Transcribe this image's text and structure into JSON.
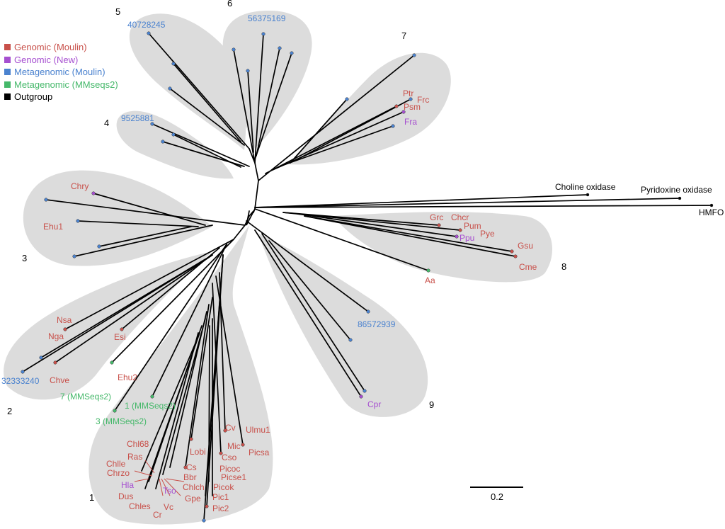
{
  "colors": {
    "genomic_moulin": "#c8504a",
    "genomic_new": "#a64fd0",
    "metagenomic_moulin": "#4a82cf",
    "metagenomic_mmseqs2": "#45b86a",
    "outgroup": "#000000",
    "clade_fill": "#dcdcdc"
  },
  "legend": [
    {
      "label": "Genomic (Moulin)",
      "color_key": "genomic_moulin"
    },
    {
      "label": "Genomic (New)",
      "color_key": "genomic_new"
    },
    {
      "label": "Metagenomic (Moulin)",
      "color_key": "metagenomic_moulin"
    },
    {
      "label": "Metagenomic (MMseqs2)",
      "color_key": "metagenomic_mmseqs2"
    },
    {
      "label": "Outgroup",
      "color_key": "outgroup"
    }
  ],
  "clade_numbers": [
    "1",
    "2",
    "3",
    "4",
    "5",
    "6",
    "7",
    "8",
    "9"
  ],
  "outgroups": [
    "Choline oxidase",
    "Pyridoxine oxidase",
    "HMFO"
  ],
  "scale_bar": "0.2",
  "taxa": {
    "c1_genomic": [
      "Cv",
      "Ulmu1",
      "Mic",
      "Picsa",
      "Cso",
      "Lobi",
      "Chl68",
      "Picoc",
      "Picse1",
      "Cs",
      "Ras",
      "Chlle",
      "Bbr",
      "Picok",
      "Chrzo",
      "Chlch",
      "Gpe",
      "Pic1",
      "Dus",
      "Pic2",
      "Chles",
      "Vc",
      "Cr"
    ],
    "c1_new": [
      "Hla",
      "Tso"
    ],
    "c1_mmseqs": [
      "1 (MMSeqs2)",
      "3 (MMSeqs2)"
    ],
    "c2_genomic": [
      "Nsa",
      "Nga",
      "Esi",
      "Ehu2",
      "Chve"
    ],
    "c2_meta": [
      "32333240"
    ],
    "c2_mmseqs": [
      "7 (MMSeqs2)"
    ],
    "c3_genomic": [
      "Chry",
      "Ehu1"
    ],
    "c4_meta": [
      "9525881"
    ],
    "c5_meta": [
      "40728245"
    ],
    "c6_meta": [
      "56375169"
    ],
    "c7_genomic": [
      "Ptr",
      "Frc",
      "Psm"
    ],
    "c7_new": [
      "Fra"
    ],
    "c8_genomic": [
      "Grc",
      "Chcr",
      "Pum",
      "Pye",
      "Gsu",
      "Cme",
      "Aa"
    ],
    "c8_new": [
      "Ppu"
    ],
    "c9_meta": [
      "86572939"
    ],
    "c9_new": [
      "Cpr"
    ]
  }
}
